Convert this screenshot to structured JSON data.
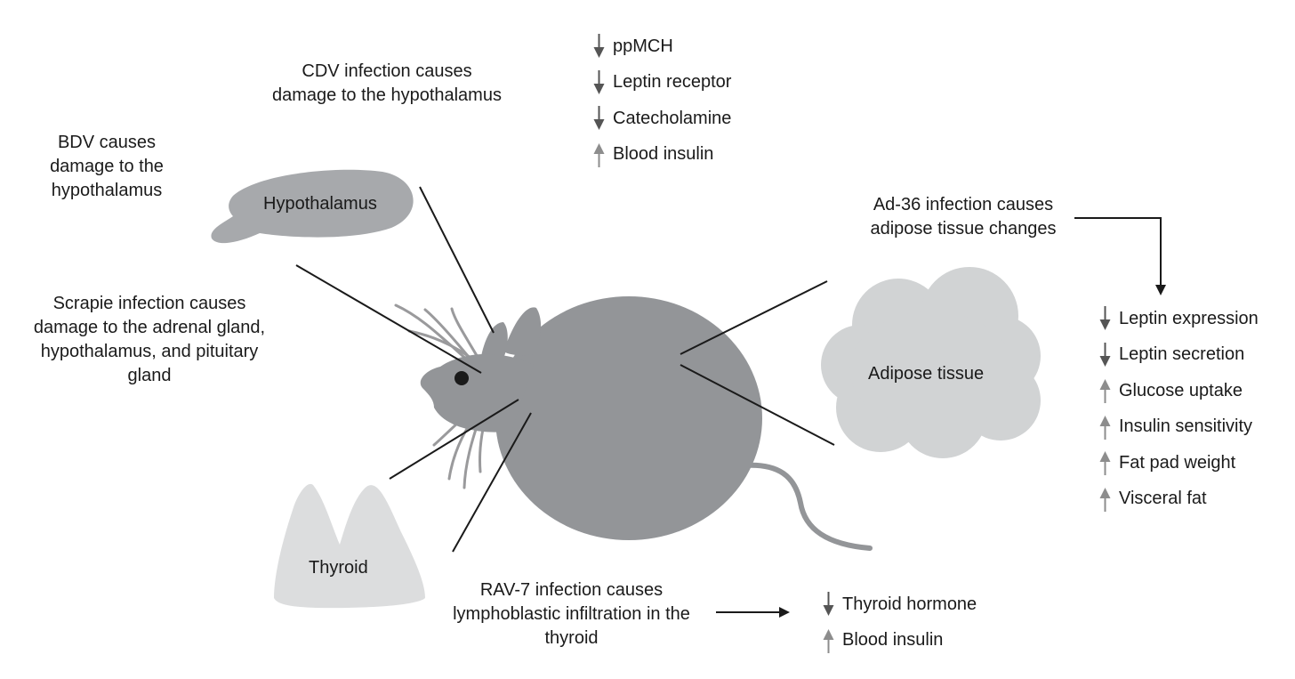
{
  "colors": {
    "mouse_body": "#939598",
    "mouse_outline_detail": "#9a9a9c",
    "organ_hypothalamus": "#a7a9ac",
    "organ_adipose": "#d1d3d4",
    "organ_thyroid": "#dcddde",
    "arrow_down": "#555555",
    "arrow_up": "#8d8d8d",
    "line": "#1a1a1a"
  },
  "organs": {
    "hypothalamus": "Hypothalamus",
    "adipose": "Adipose tissue",
    "thyroid": "Thyroid"
  },
  "labels": {
    "cdv": [
      "CDV infection causes",
      "damage to the hypothalamus"
    ],
    "bdv": [
      "BDV causes",
      "damage to the",
      "hypothalamus"
    ],
    "scrapie": [
      "Scrapie infection causes",
      "damage to the adrenal gland,",
      "hypothalamus, and pituitary",
      "gland"
    ],
    "ad36": [
      "Ad-36 infection causes",
      "adipose tissue changes"
    ],
    "rav7": [
      "RAV-7 infection causes",
      "lymphoblastic infiltration in the",
      "thyroid"
    ]
  },
  "effects": {
    "cdv": [
      {
        "direction": "down",
        "text": "ppMCH"
      },
      {
        "direction": "down",
        "text": "Leptin receptor"
      },
      {
        "direction": "down",
        "text": "Catecholamine"
      },
      {
        "direction": "up",
        "text": "Blood insulin"
      }
    ],
    "ad36": [
      {
        "direction": "down",
        "text": "Leptin expression"
      },
      {
        "direction": "down",
        "text": "Leptin secretion"
      },
      {
        "direction": "up",
        "text": "Glucose uptake"
      },
      {
        "direction": "up",
        "text": "Insulin sensitivity"
      },
      {
        "direction": "up",
        "text": "Fat pad weight"
      },
      {
        "direction": "up",
        "text": "Visceral fat"
      }
    ],
    "rav7": [
      {
        "direction": "down",
        "text": "Thyroid hormone"
      },
      {
        "direction": "up",
        "text": "Blood insulin"
      }
    ]
  }
}
